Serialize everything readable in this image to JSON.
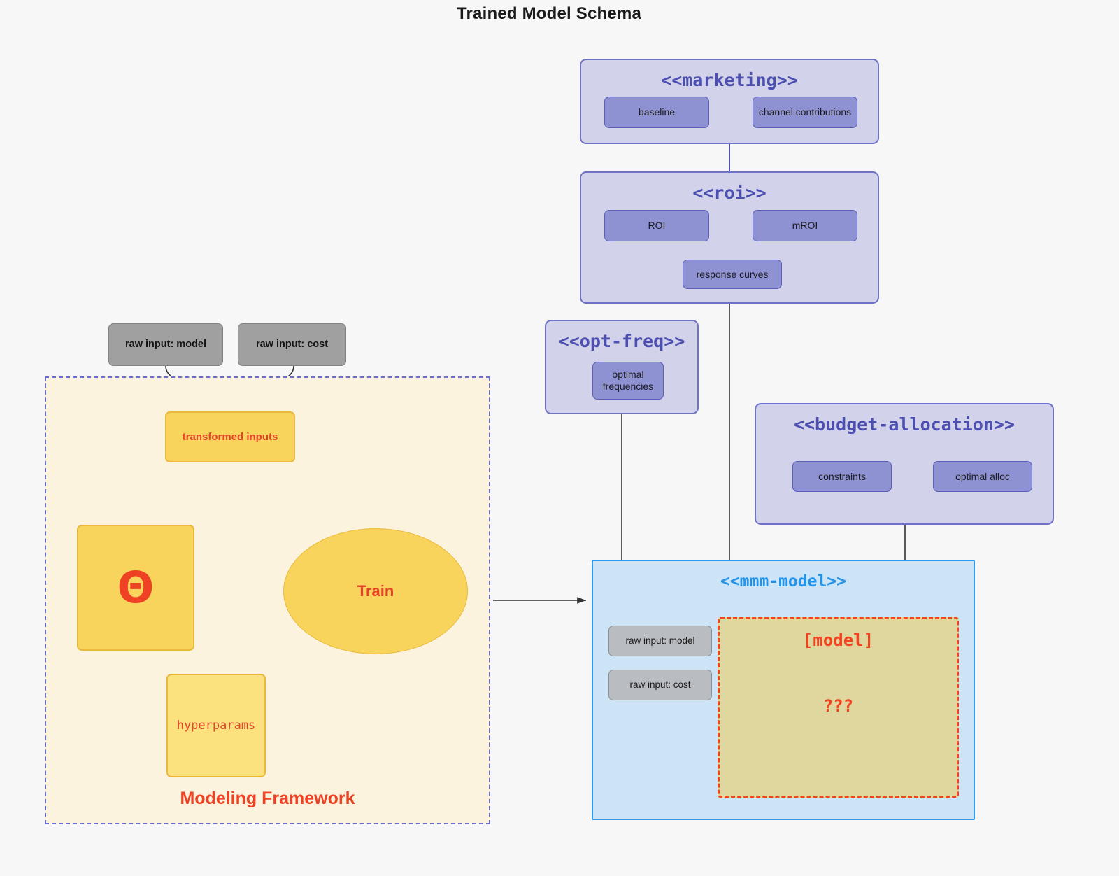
{
  "title": "Trained Model Schema",
  "colors": {
    "page_bg": "#f7f7f7",
    "group_bg": "#d2d3ea",
    "group_border": "#6f73c8",
    "group_title": "#4c4fb0",
    "inner_box_bg": "#8e92d2",
    "gray_box_bg": "#a0a0a0",
    "gray_box_lite_bg": "#b9bdc1",
    "framework_bg": "#fcf3de",
    "framework_border": "#6a6fc5",
    "gold": "#f9d45d",
    "gold_light": "#fbe27f",
    "accent_red": "#ef4123",
    "mmm_bg": "#cde4f7",
    "mmm_border": "#2e9bf0",
    "mmm_title": "#2193ea",
    "model_box_bg": "#dfd79d",
    "model_box_border": "#f4411e"
  },
  "groups": {
    "marketing": {
      "title": "<<marketing>>",
      "boxes": [
        {
          "label": "baseline"
        },
        {
          "label": "channel contributions"
        }
      ]
    },
    "roi": {
      "title": "<<roi>>",
      "boxes": [
        {
          "label": "ROI"
        },
        {
          "label": "mROI"
        },
        {
          "label": "response curves"
        }
      ]
    },
    "opt_freq": {
      "title": "<<opt-freq>>",
      "boxes": [
        {
          "label": "optimal frequencies"
        }
      ]
    },
    "budget_allocation": {
      "title": "<<budget-allocation>>",
      "boxes": [
        {
          "label": "constraints"
        },
        {
          "label": "optimal alloc"
        }
      ]
    },
    "mmm_model": {
      "title": "<<mmm-model>>",
      "inputs": [
        {
          "label": "raw input: model"
        },
        {
          "label": "raw input: cost"
        }
      ],
      "model_box": {
        "label": "[model]",
        "question": "???"
      }
    }
  },
  "modeling_framework": {
    "label": "Modeling Framework",
    "raw_inputs": [
      {
        "label": "raw input: model"
      },
      {
        "label": "raw input: cost"
      }
    ],
    "transformed_inputs": "transformed inputs",
    "theta": "Θ",
    "hyperparams": "hyperparams",
    "train": "Train"
  }
}
